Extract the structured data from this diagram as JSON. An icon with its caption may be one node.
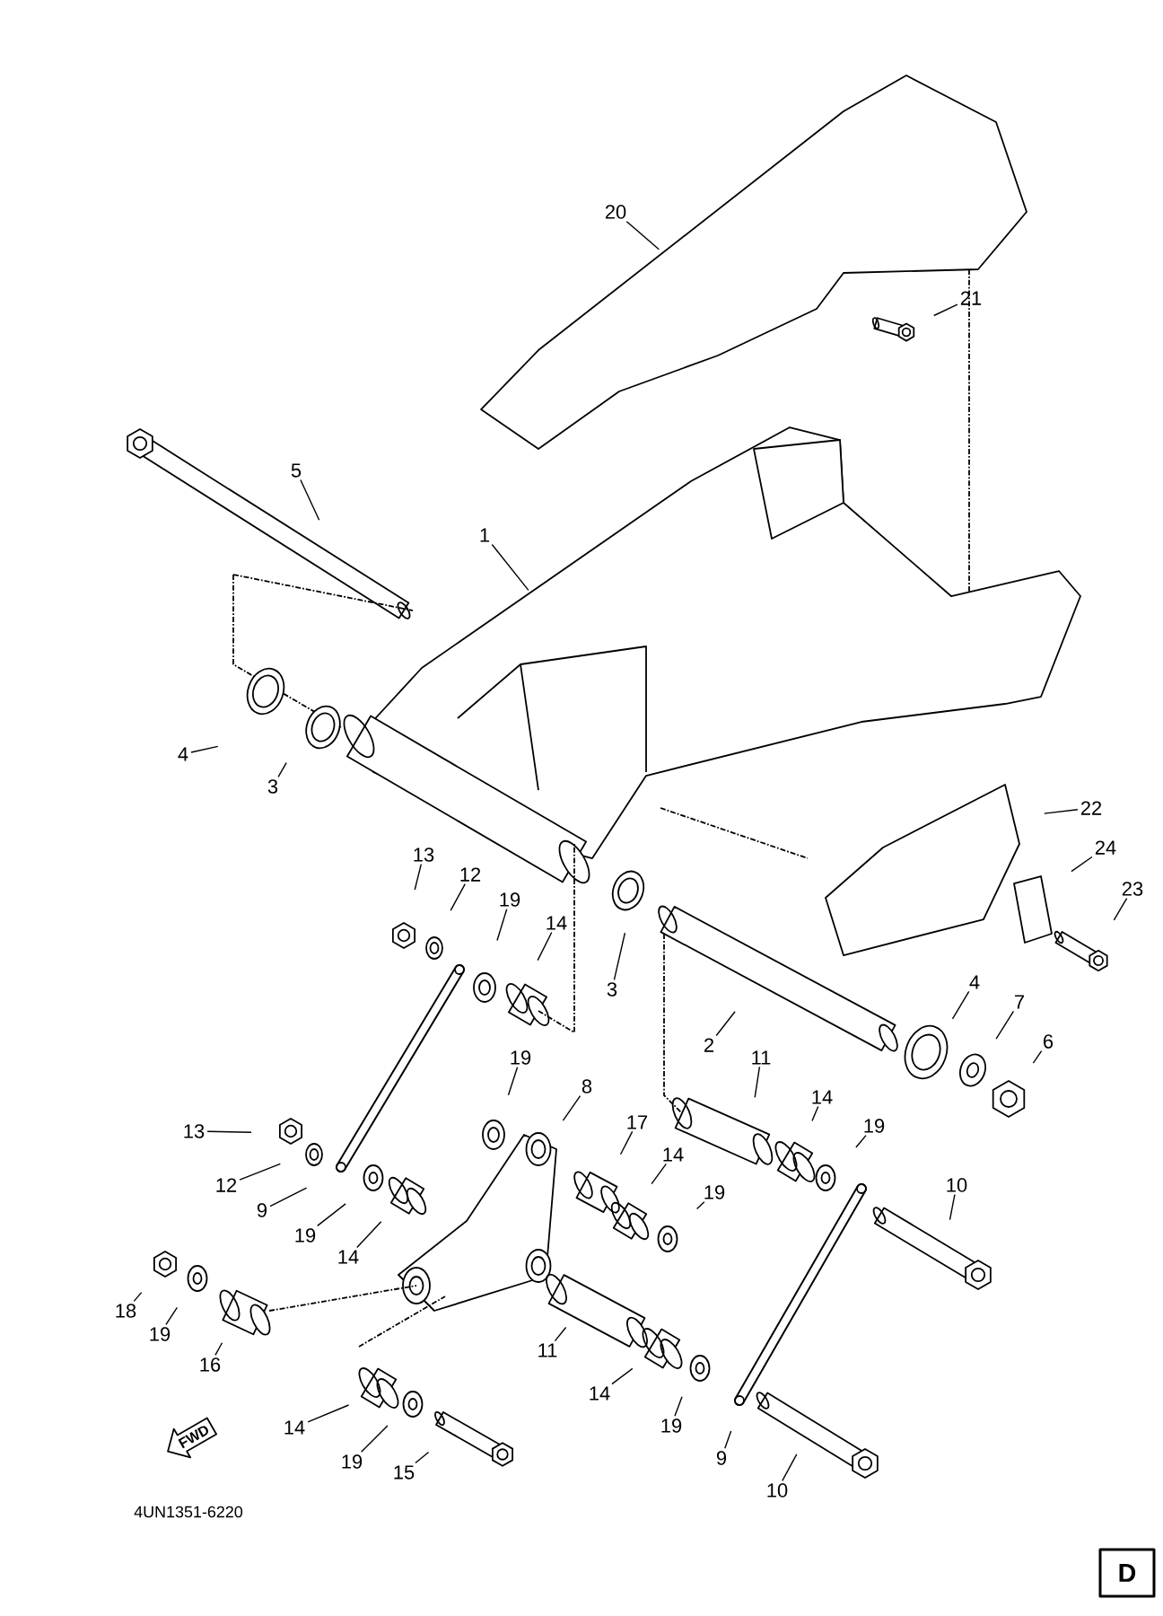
{
  "diagram": {
    "nodes": [
      {
        "text": [
          "20"
        ]
      },
      {
        "text": [
          "21"
        ]
      },
      {
        "text": [
          "5"
        ]
      },
      {
        "text": [
          "1"
        ]
      },
      {
        "text": [
          "4"
        ]
      },
      {
        "text": [
          "3"
        ]
      },
      {
        "text": [
          "22"
        ]
      },
      {
        "text": [
          "13"
        ]
      },
      {
        "text": [
          "12"
        ]
      },
      {
        "text": [
          "19"
        ]
      },
      {
        "text": [
          "14"
        ]
      },
      {
        "text": [
          "24"
        ]
      },
      {
        "text": [
          "23"
        ]
      },
      {
        "text": [
          "3"
        ]
      },
      {
        "text": [
          "2"
        ]
      },
      {
        "text": [
          "4"
        ]
      },
      {
        "text": [
          "7"
        ]
      },
      {
        "text": [
          "6"
        ]
      },
      {
        "text": [
          "19"
        ]
      },
      {
        "text": [
          "8"
        ]
      },
      {
        "text": [
          "11"
        ]
      },
      {
        "text": [
          "14"
        ]
      },
      {
        "text": [
          "19"
        ]
      },
      {
        "text": [
          "17"
        ]
      },
      {
        "text": [
          "13"
        ]
      },
      {
        "text": [
          "12"
        ]
      },
      {
        "text": [
          "14"
        ]
      },
      {
        "text": [
          "19"
        ]
      },
      {
        "text": [
          "10"
        ]
      },
      {
        "text": [
          "9"
        ]
      },
      {
        "text": [
          "19"
        ]
      },
      {
        "text": [
          "14"
        ]
      },
      {
        "text": [
          "18"
        ]
      },
      {
        "text": [
          "19"
        ]
      },
      {
        "text": [
          "16"
        ]
      },
      {
        "text": [
          "11"
        ]
      },
      {
        "text": [
          "14"
        ]
      },
      {
        "text": [
          "19"
        ]
      },
      {
        "text": [
          "9"
        ]
      },
      {
        "text": [
          "10"
        ]
      },
      {
        "text": [
          "14"
        ]
      },
      {
        "text": [
          "19"
        ]
      },
      {
        "text": [
          "15"
        ]
      },
      {
        "text": [
          "FWD"
        ]
      }
    ],
    "edges": [
      {
        "from": 0,
        "to": null,
        "arrow": "none"
      },
      {
        "from": 1,
        "to": null,
        "arrow": "none"
      },
      {
        "from": 2,
        "to": null,
        "arrow": "none"
      },
      {
        "from": 3,
        "to": null,
        "arrow": "none"
      },
      {
        "from": 4,
        "to": null,
        "arrow": "none"
      },
      {
        "from": 5,
        "to": null,
        "arrow": "none"
      },
      {
        "from": 6,
        "to": null,
        "arrow": "none"
      },
      {
        "from": 7,
        "to": null,
        "arrow": "none"
      },
      {
        "from": 8,
        "to": null,
        "arrow": "none"
      },
      {
        "from": 9,
        "to": null,
        "arrow": "none"
      },
      {
        "from": 10,
        "to": null,
        "arrow": "none"
      },
      {
        "from": 11,
        "to": null,
        "arrow": "none"
      },
      {
        "from": 12,
        "to": null,
        "arrow": "none"
      },
      {
        "from": 13,
        "to": null,
        "arrow": "none"
      },
      {
        "from": 14,
        "to": null,
        "arrow": "none"
      },
      {
        "from": 15,
        "to": null,
        "arrow": "none"
      },
      {
        "from": 16,
        "to": null,
        "arrow": "none"
      },
      {
        "from": 17,
        "to": null,
        "arrow": "none"
      },
      {
        "from": 18,
        "to": null,
        "arrow": "none"
      },
      {
        "from": 19,
        "to": null,
        "arrow": "none"
      },
      {
        "from": 20,
        "to": null,
        "arrow": "none"
      },
      {
        "from": 21,
        "to": null,
        "arrow": "none"
      },
      {
        "from": 22,
        "to": null,
        "arrow": "none"
      },
      {
        "from": 23,
        "to": null,
        "arrow": "none"
      },
      {
        "from": 24,
        "to": null,
        "arrow": "none"
      },
      {
        "from": 25,
        "to": null,
        "arrow": "none"
      },
      {
        "from": 26,
        "to": null,
        "arrow": "none"
      },
      {
        "from": 27,
        "to": null,
        "arrow": "none"
      },
      {
        "from": 28,
        "to": null,
        "arrow": "none"
      },
      {
        "from": 29,
        "to": null,
        "arrow": "none"
      },
      {
        "from": 30,
        "to": null,
        "arrow": "none"
      },
      {
        "from": 31,
        "to": null,
        "arrow": "none"
      },
      {
        "from": 32,
        "to": null,
        "arrow": "none"
      },
      {
        "from": 33,
        "to": null,
        "arrow": "none"
      },
      {
        "from": 34,
        "to": null,
        "arrow": "none"
      },
      {
        "from": 35,
        "to": null,
        "arrow": "none"
      },
      {
        "from": 36,
        "to": null,
        "arrow": "none"
      },
      {
        "from": 37,
        "to": null,
        "arrow": "none"
      },
      {
        "from": 38,
        "to": null,
        "arrow": "none"
      },
      {
        "from": 39,
        "to": null,
        "arrow": "none"
      },
      {
        "from": 40,
        "to": null,
        "arrow": "none"
      },
      {
        "from": 41,
        "to": null,
        "arrow": "none"
      },
      {
        "from": 42,
        "to": null,
        "arrow": "none"
      }
    ],
    "labels": [
      "4UN1351-6220",
      "D"
    ]
  }
}
